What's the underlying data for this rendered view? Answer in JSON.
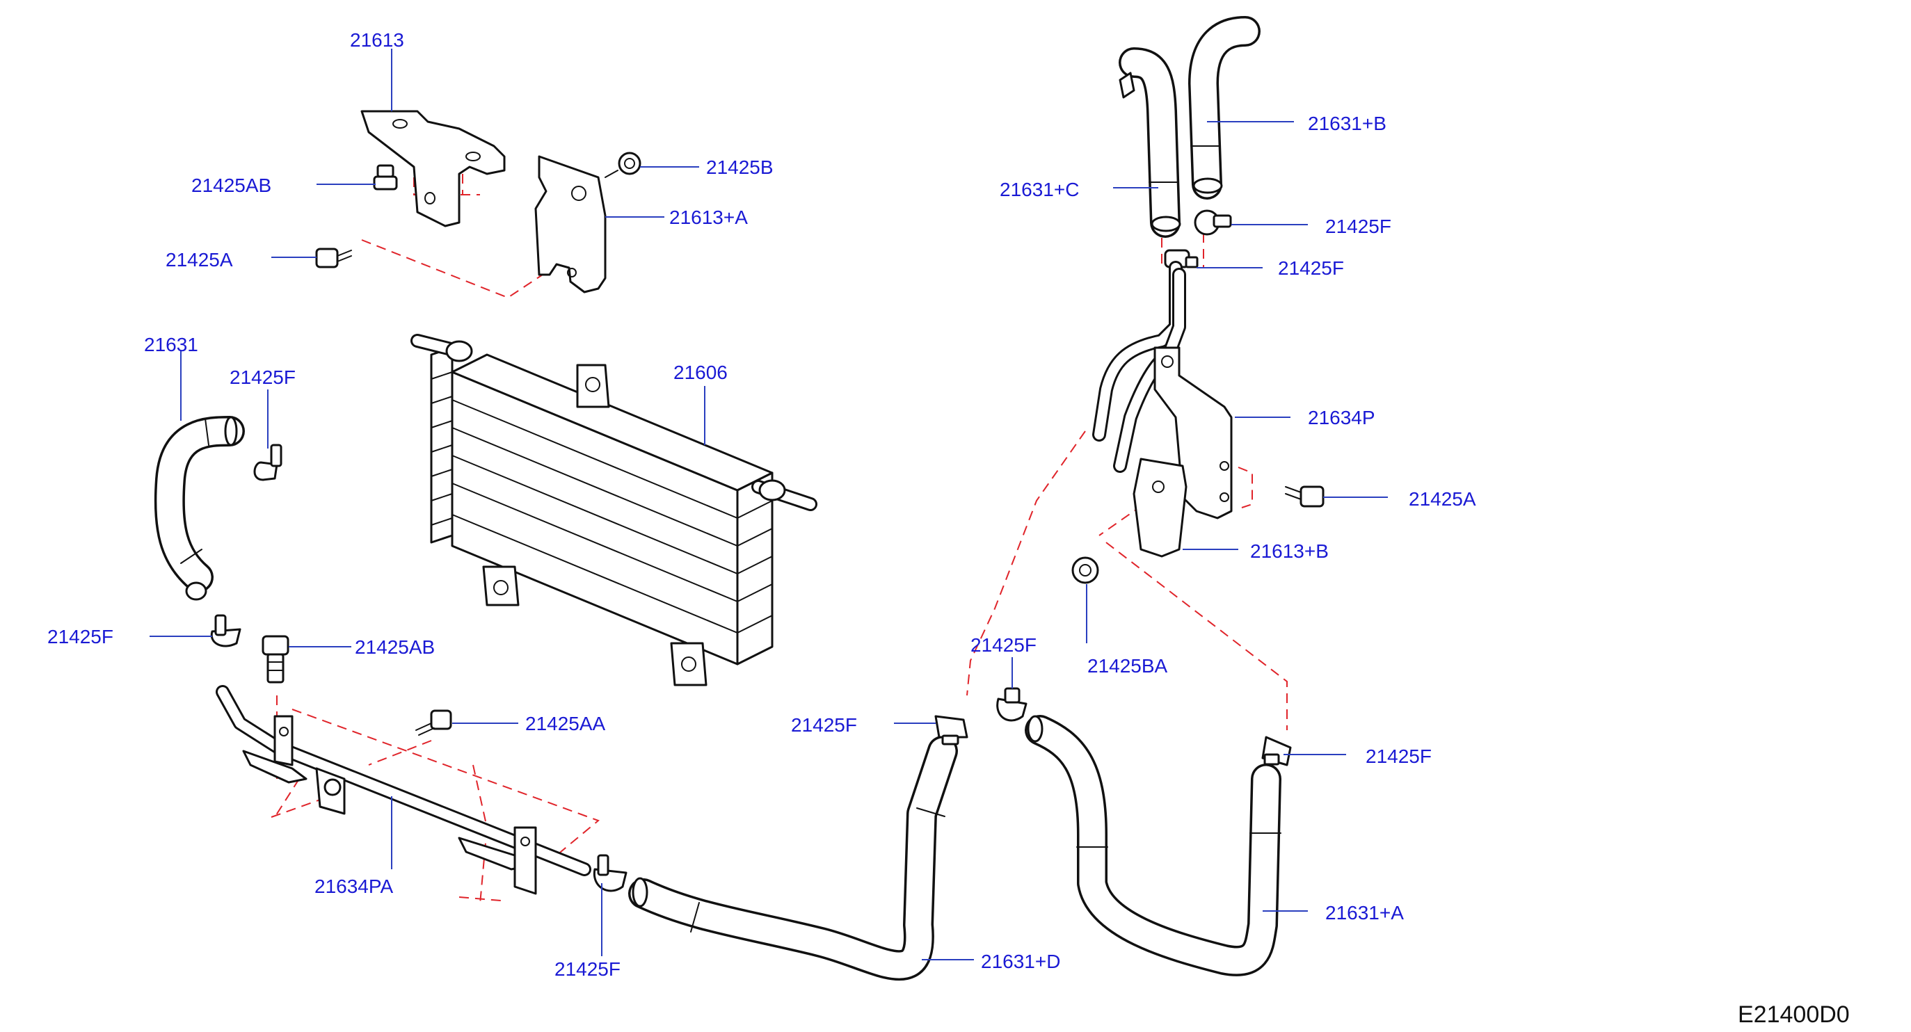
{
  "diagram_code": "E21400D0",
  "labels": [
    {
      "id": "l1",
      "text": "21613"
    },
    {
      "id": "l2",
      "text": "21425AB"
    },
    {
      "id": "l3",
      "text": "21425A"
    },
    {
      "id": "l4",
      "text": "21425B"
    },
    {
      "id": "l5",
      "text": "21613+A"
    },
    {
      "id": "l6",
      "text": "21631"
    },
    {
      "id": "l7",
      "text": "21425F"
    },
    {
      "id": "l8",
      "text": "21606"
    },
    {
      "id": "l9",
      "text": "21425F"
    },
    {
      "id": "l10",
      "text": "21425AB"
    },
    {
      "id": "l11",
      "text": "21425AA"
    },
    {
      "id": "l12",
      "text": "21634PA"
    },
    {
      "id": "l13",
      "text": "21425F"
    },
    {
      "id": "l14",
      "text": "21425F"
    },
    {
      "id": "l15",
      "text": "21631+D"
    },
    {
      "id": "l16",
      "text": "21631+B"
    },
    {
      "id": "l17",
      "text": "21631+C"
    },
    {
      "id": "l18",
      "text": "21425F"
    },
    {
      "id": "l19",
      "text": "21425F"
    },
    {
      "id": "l20",
      "text": "21634P"
    },
    {
      "id": "l21",
      "text": "21425A"
    },
    {
      "id": "l22",
      "text": "21613+B"
    },
    {
      "id": "l23",
      "text": "21425BA"
    },
    {
      "id": "l24",
      "text": "21425F"
    },
    {
      "id": "l25",
      "text": "21425F"
    },
    {
      "id": "l26",
      "text": "21631+A"
    }
  ]
}
